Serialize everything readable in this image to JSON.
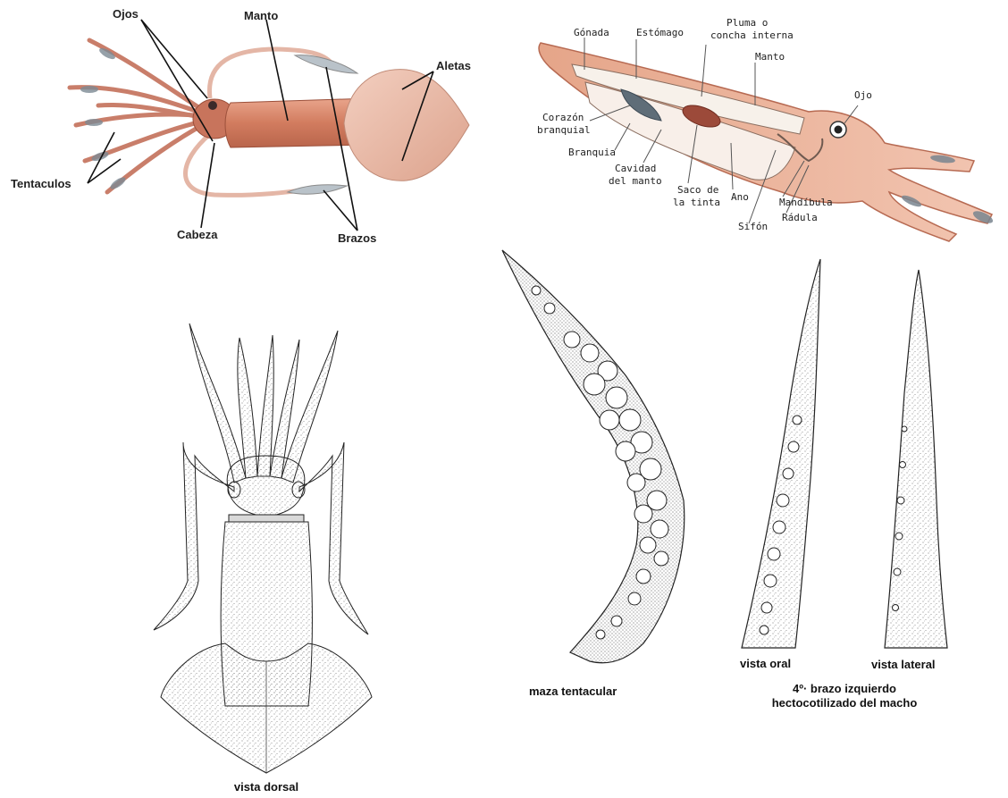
{
  "external_diagram": {
    "labels": {
      "ojos": "Ojos",
      "manto": "Manto",
      "aletas": "Aletas",
      "tentaculos": "Tentaculos",
      "cabeza": "Cabeza",
      "brazos": "Brazos"
    }
  },
  "internal_diagram": {
    "labels": {
      "gonada": "Gónada",
      "estomago": "Estómago",
      "pluma_1": "Pluma o",
      "pluma_2": "concha interna",
      "manto": "Manto",
      "ojo": "Ojo",
      "corazon_1": "Corazón",
      "corazon_2": "branquial",
      "branquia": "Branquia",
      "cavidad_1": "Cavidad",
      "cavidad_2": "del manto",
      "saco_1": "Saco de",
      "saco_2": "la tinta",
      "ano": "Ano",
      "mandibula": "Mandíbula",
      "radula": "Rádula",
      "sifon": "Sifón"
    }
  },
  "dorsal_view": {
    "caption": "vista dorsal"
  },
  "tentacle_view": {
    "caption": "maza tentacular"
  },
  "arm_views": {
    "oral_caption": "vista oral",
    "lateral_caption": "vista lateral",
    "group_caption_1": "4º· brazo izquierdo",
    "group_caption_2": "hectocotilizado del macho"
  },
  "colors": {
    "squid_body": "#d98a6e",
    "squid_body_dark": "#b55f47",
    "squid_fin": "#e8b4a2",
    "squid_internal_bg": "#f0c2ad",
    "ink_line": "#222222"
  }
}
